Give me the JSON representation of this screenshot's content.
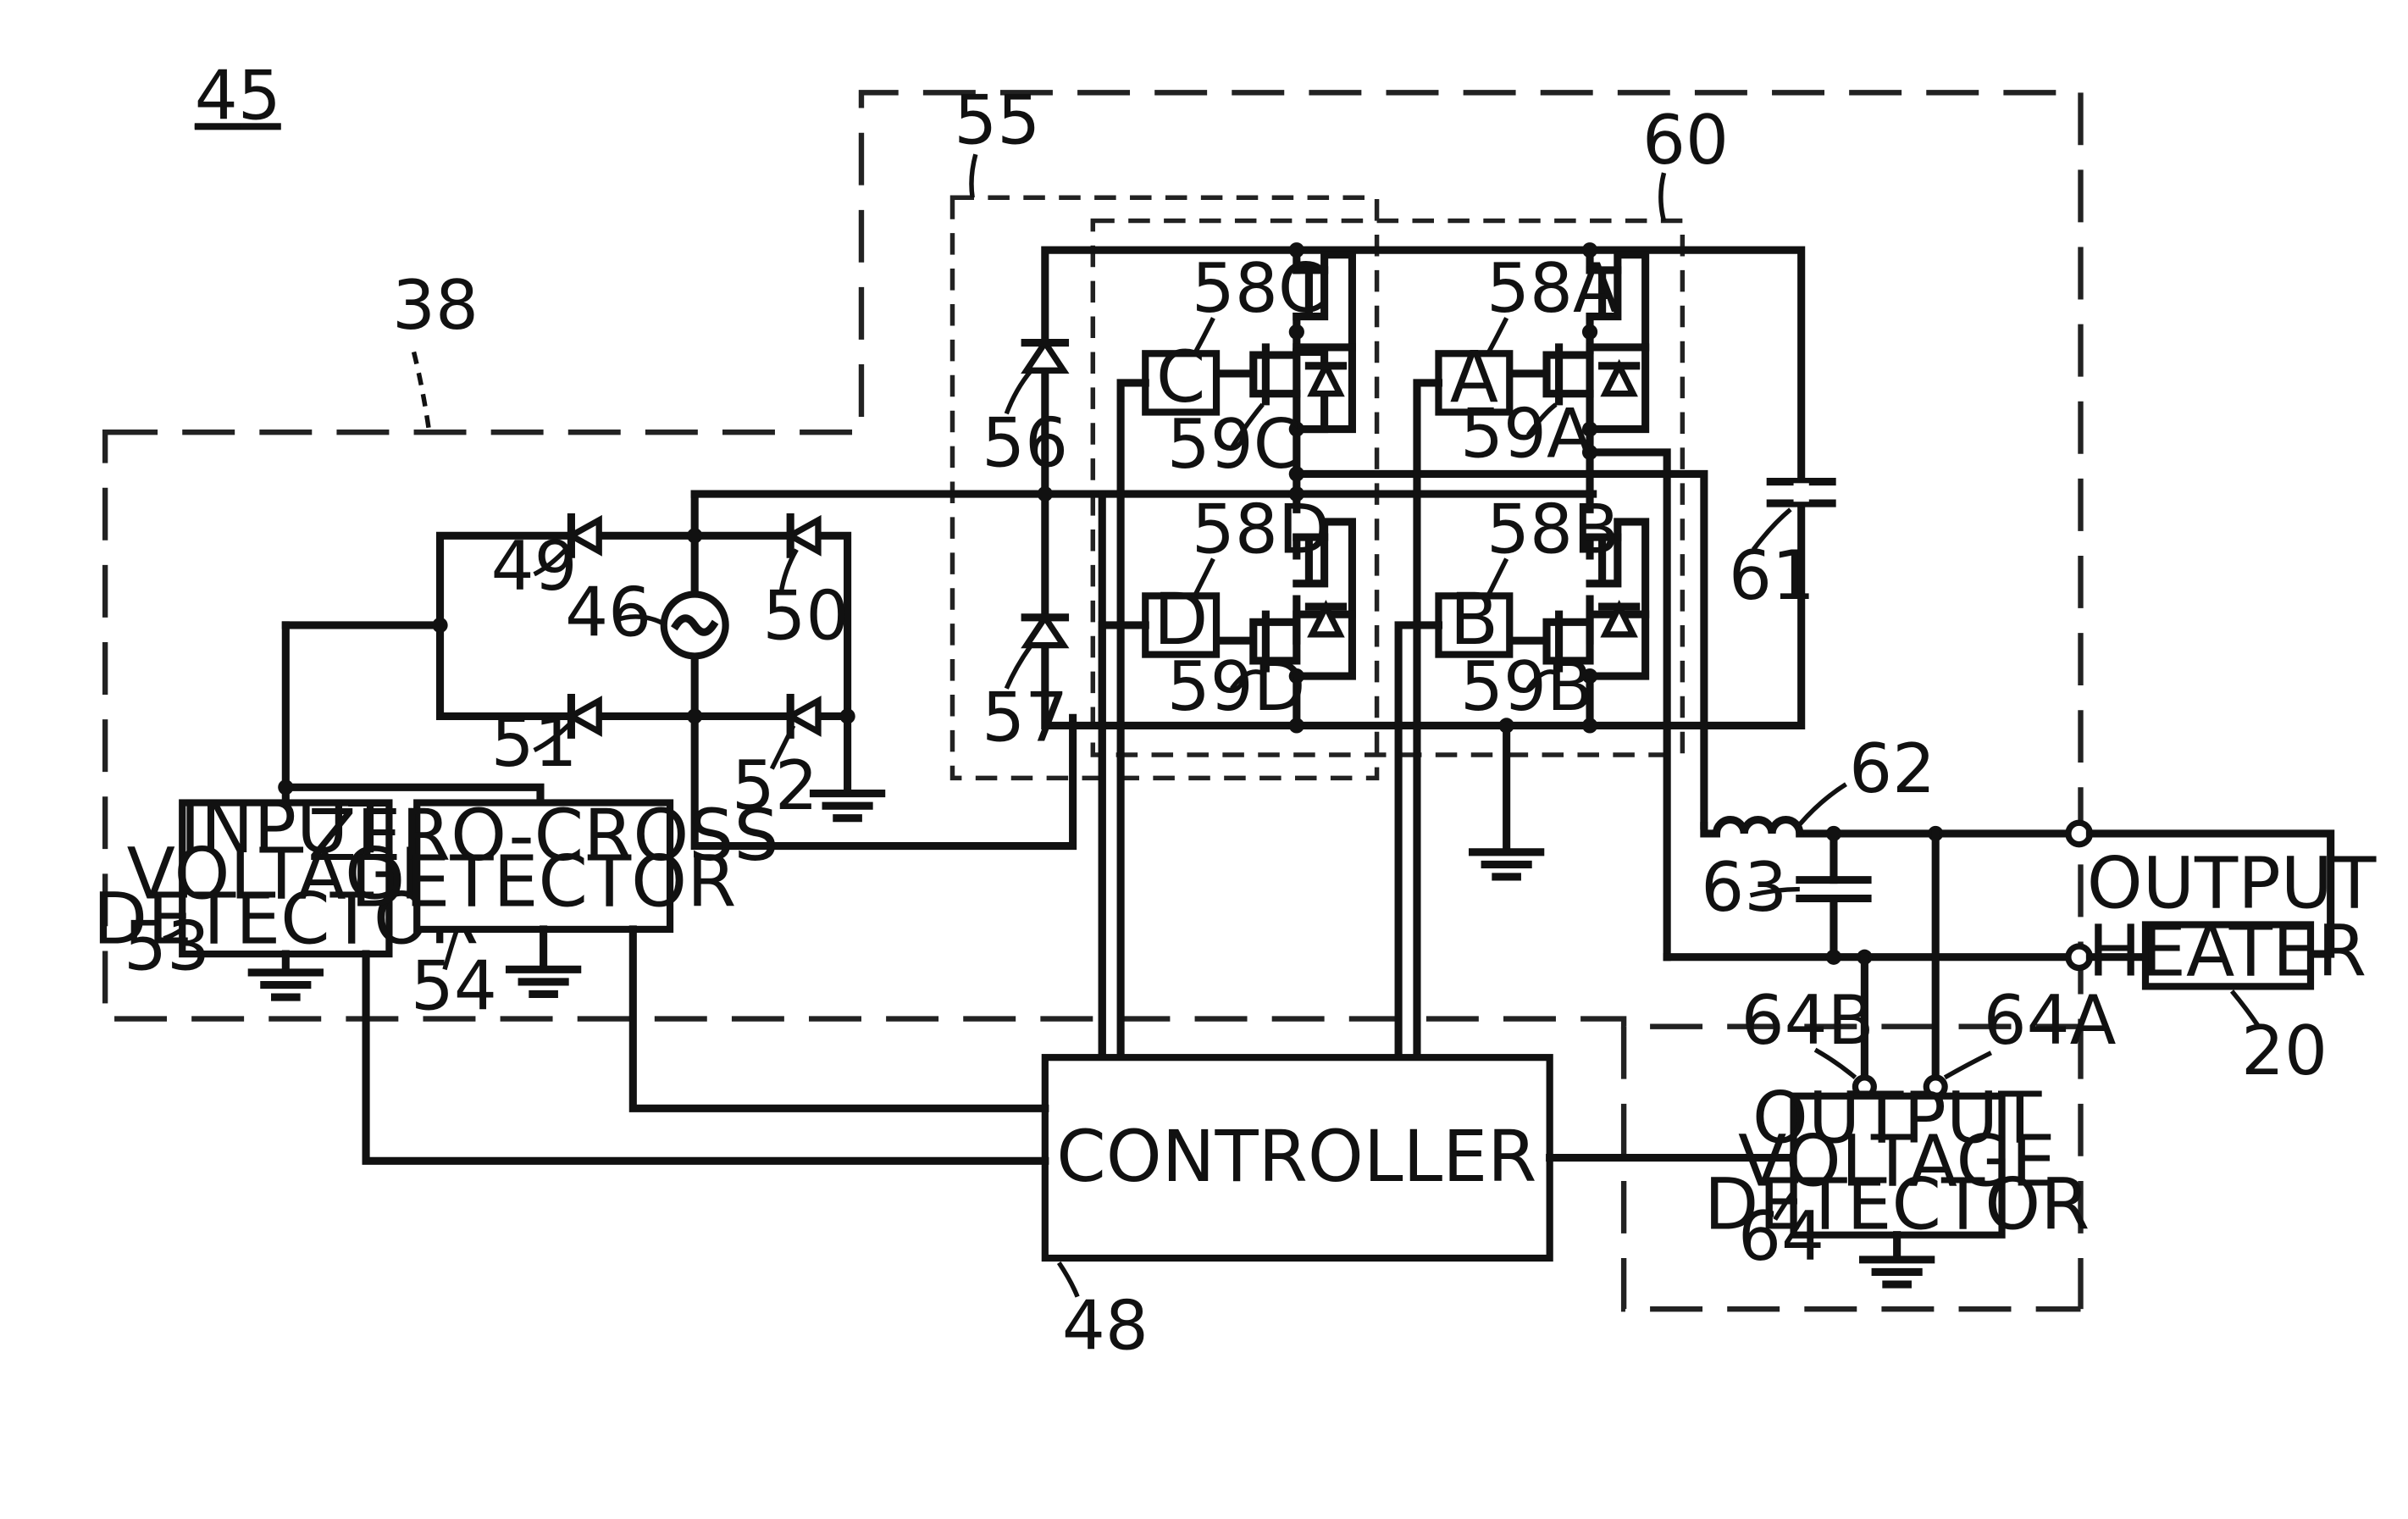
{
  "figure": {
    "ref_45": "45",
    "ref_38": "38",
    "ref_55": "55",
    "ref_60": "60"
  },
  "blocks": {
    "input_voltage_detector": [
      "INPUT",
      "VOLTAGE",
      "DETECTOR"
    ],
    "zero_cross_detector": [
      "ZERO-CROSS",
      "DETECTOR"
    ],
    "controller": "CONTROLLER",
    "output_voltage_detector": [
      "OUTPUT",
      "VOLTAGE",
      "DETECTOR"
    ],
    "heater": "HEATER",
    "driver_a": "A",
    "driver_b": "B",
    "driver_c": "C",
    "driver_d": "D",
    "output_label": "OUTPUT"
  },
  "refs": {
    "r46": "46",
    "r48": "48",
    "r49": "49",
    "r50": "50",
    "r51": "51",
    "r52": "52",
    "r53": "53",
    "r54": "54",
    "r56": "56",
    "r57": "57",
    "r58a": "58A",
    "r58b": "58B",
    "r58c": "58C",
    "r58d": "58D",
    "r59a": "59A",
    "r59b": "59B",
    "r59c": "59C",
    "r59d": "59D",
    "r61": "61",
    "r62": "62",
    "r63": "63",
    "r64": "64",
    "r64a": "64A",
    "r64b": "64B",
    "r20": "20"
  }
}
